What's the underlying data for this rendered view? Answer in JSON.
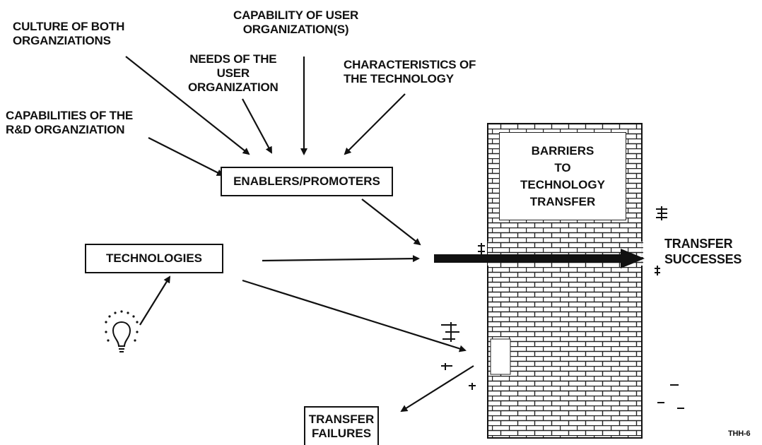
{
  "influences": {
    "culture": [
      "CULTURE OF BOTH",
      "ORGANZIATIONS"
    ],
    "capability_user": [
      "CAPABILITY OF USER",
      "ORGANIZATION(S)"
    ],
    "needs": [
      "NEEDS OF THE",
      "USER",
      "ORGANIZATION"
    ],
    "characteristics": [
      "CHARACTERISTICS OF",
      "THE TECHNOLOGY"
    ],
    "capabilities_rd": [
      "CAPABILITIES OF THE",
      "R&D ORGANZIATION"
    ]
  },
  "boxes": {
    "enablers": "ENABLERS/PROMOTERS",
    "technologies": "TECHNOLOGIES",
    "failures": [
      "TRANSFER",
      "FAILURES"
    ]
  },
  "barrier": [
    "BARRIERS",
    "TO",
    "TECHNOLOGY",
    "TRANSFER"
  ],
  "successes": [
    "TRANSFER",
    "SUCCESSES"
  ],
  "figure_id": "THH-6"
}
